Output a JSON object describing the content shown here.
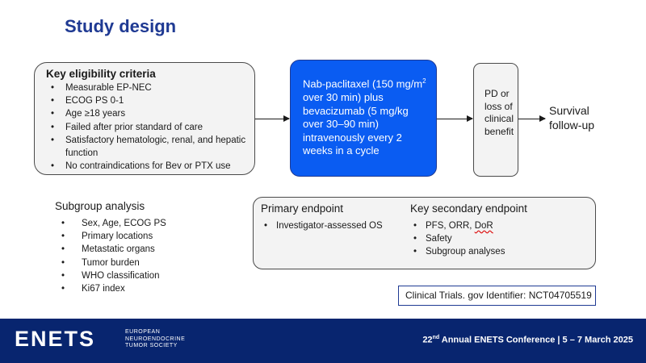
{
  "title": "Study design",
  "eligibility": {
    "heading": "Key eligibility criteria",
    "items": [
      "Measurable EP-NEC",
      "ECOG PS 0-1",
      "Age ≥18 years",
      "Failed after prior standard of care",
      "Satisfactory hematologic, renal, and hepatic function",
      "No contraindications for Bev or PTX use"
    ]
  },
  "treatment": {
    "part1": "Nab-paclitaxel (150 mg/m",
    "sup": "2",
    "part2": " over 30 min) plus bevacizumab (5 mg/kg over 30–90 min) intravenously every 2 weeks in a cycle"
  },
  "pd_box": "PD or loss of clinical benefit",
  "followup": "Survival follow-up",
  "subgroup": {
    "heading": "Subgroup analysis",
    "items": [
      "Sex, Age, ECOG PS",
      "Primary locations",
      "Metastatic organs",
      "Tumor burden",
      "WHO classification",
      "Ki67 index"
    ]
  },
  "primary": {
    "heading": "Primary endpoint",
    "items": [
      "Investigator-assessed OS"
    ]
  },
  "secondary": {
    "heading": "Key secondary endpoint",
    "item1_prefix": "PFS, ORR, ",
    "item1_underlined": "DoR",
    "items": [
      "Safety",
      "Subgroup analyses"
    ]
  },
  "trial_id": "Clinical Trials. gov Identifier: NCT04705519",
  "footer": {
    "logo": "ENETS",
    "logo_line1": "EUROPEAN",
    "logo_line2": "NEUROENDOCRINE",
    "logo_line3": "TUMOR SOCIETY",
    "conf_num": "22",
    "conf_sup": "nd",
    "conf_rest": " Annual ENETS Conference | 5 – 7 March 2025"
  }
}
